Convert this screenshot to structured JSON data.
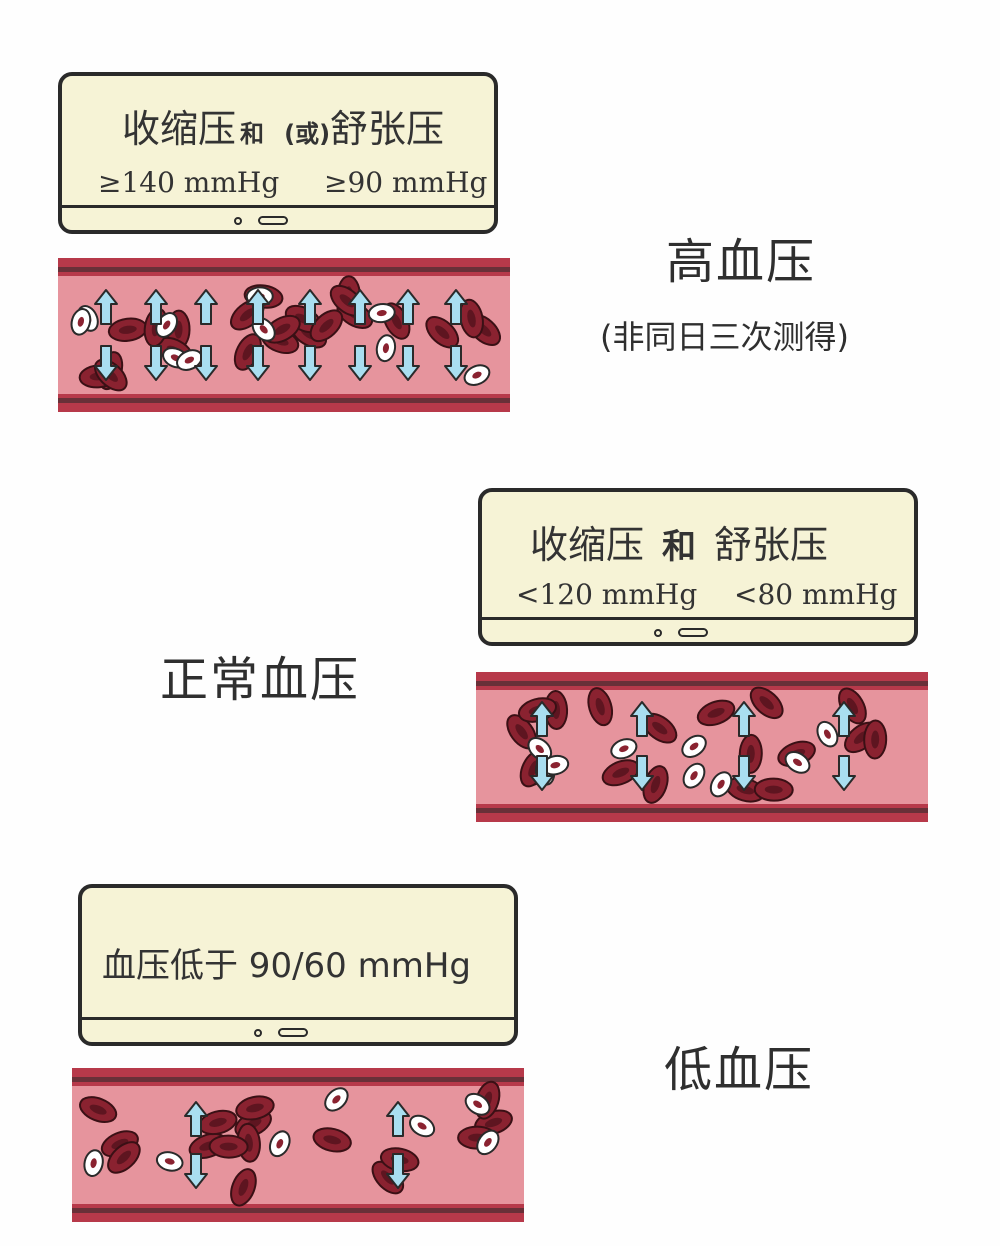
{
  "high": {
    "panel_title_a": "收缩压",
    "panel_title_join": "和",
    "panel_title_or": "(或)",
    "panel_title_b": "舒张压",
    "systolic_value": "≥140 mmHg",
    "diastolic_value": "≥90 mmHg",
    "label": "高血压",
    "note": "(非同日三次测得)"
  },
  "normal": {
    "panel_title_a": "收缩压",
    "panel_title_join": "和",
    "panel_title_b": "舒张压",
    "systolic_value": "<120 mmHg",
    "diastolic_value": "<80 mmHg",
    "label": "正常血压"
  },
  "low": {
    "panel_title": "血压低于 90/60 mmHg",
    "label": "低血压"
  },
  "colors": {
    "panel_bg": "#f6f3d6",
    "vessel_wall": "#b7394a",
    "vessel_inner": "#e6949d",
    "red_cell": "#8a2230",
    "white_cell": "#ffffff",
    "arrow": "#a9def0"
  }
}
